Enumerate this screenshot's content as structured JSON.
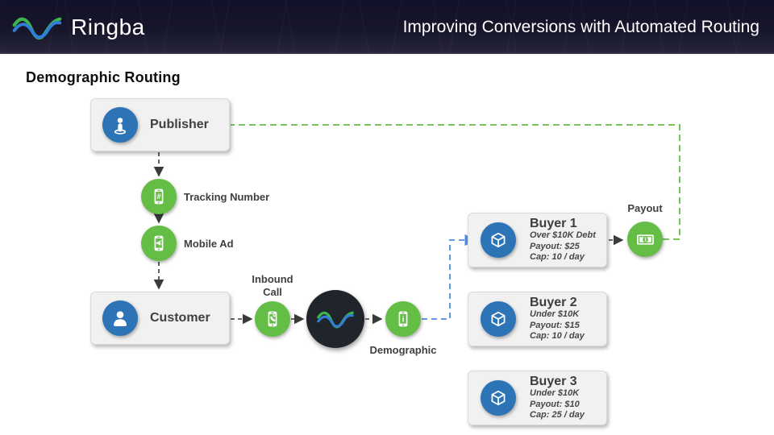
{
  "colors": {
    "green": "#64be46",
    "blue": "#2d74b7",
    "link-blue": "#4a8fe8",
    "line-dark": "#3a3a3a",
    "header-bg": "#17162b"
  },
  "header": {
    "brand": "Ringba",
    "title": "Improving Conversions with Automated Routing"
  },
  "page": {
    "heading": "Demographic Routing"
  },
  "diagram": {
    "publisher": {
      "label": "Publisher"
    },
    "tracking_number": {
      "label": "Tracking Number"
    },
    "mobile_ad": {
      "label": "Mobile Ad"
    },
    "customer": {
      "label": "Customer"
    },
    "inbound_call": {
      "label": "Inbound Call"
    },
    "demographic": {
      "label": "Demographic"
    },
    "payout": {
      "label": "Payout"
    },
    "buyers": [
      {
        "title": "Buyer 1",
        "details": [
          "Over $10K Debt",
          "Payout: $25",
          "Cap: 10 / day"
        ]
      },
      {
        "title": "Buyer 2",
        "details": [
          "Under $10K",
          "Payout: $15",
          "Cap: 10 / day"
        ]
      },
      {
        "title": "Buyer 3",
        "details": [
          "Under $10K",
          "Payout: $10",
          "Cap: 25 / day"
        ]
      }
    ]
  },
  "icons": {
    "tracking_glyph": "#",
    "demographic_glyph": "i",
    "payout_bill_glyph": "1"
  }
}
